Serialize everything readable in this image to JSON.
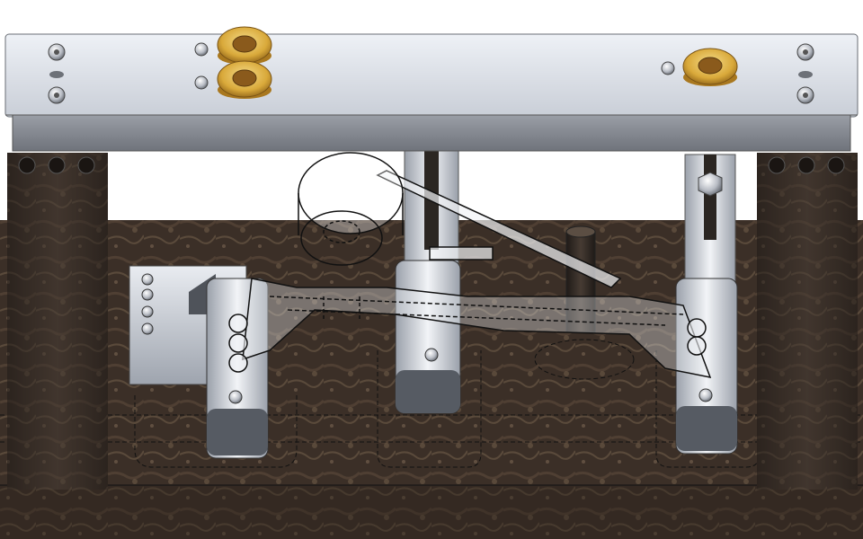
{
  "scene": {
    "kind": "CAD assembly render of a fixture",
    "colors": {
      "background": "#ffffff",
      "plate_top": "#dfe3ea",
      "plate_front": "#8a8e96",
      "base_dark": "#3a2e26",
      "base_texture": "#6b5a48",
      "bushing_outer": "#e2b84a",
      "bushing_inner": "#8a5a1c",
      "post": "#2e2722",
      "steel": "#cfd4dc",
      "steel_dark": "#7b818b",
      "hidden_line": "#111111"
    },
    "components": [
      "top-plate",
      "drill-bushing",
      "screw",
      "support-post",
      "locator-block",
      "clamp-arm",
      "slide-bracket",
      "cylindrical-pin",
      "base-plate"
    ]
  }
}
